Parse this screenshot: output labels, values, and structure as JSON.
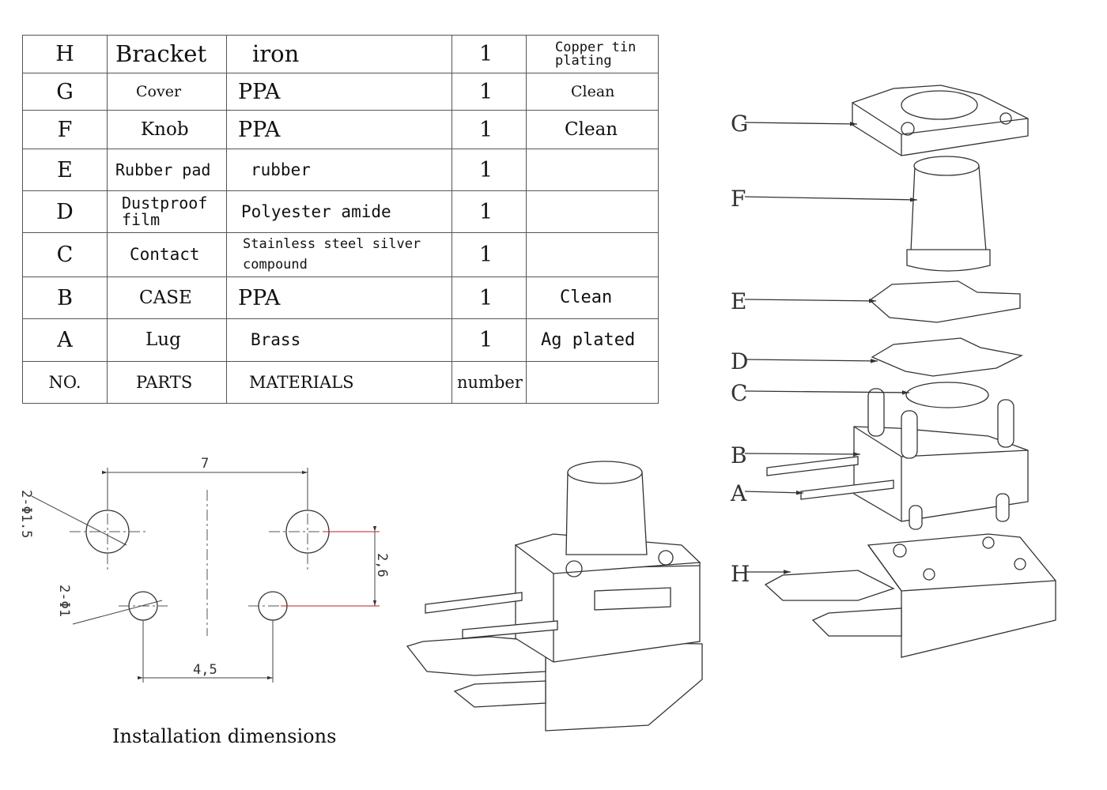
{
  "bom": {
    "rows": [
      {
        "no": "H",
        "part": "Bracket",
        "material": "iron",
        "qty": "1",
        "note": "Copper tin plating"
      },
      {
        "no": "G",
        "part": "Cover",
        "material": "PPA",
        "qty": "1",
        "note": "Clean"
      },
      {
        "no": "F",
        "part": "Knob",
        "material": "PPA",
        "qty": "1",
        "note": "Clean"
      },
      {
        "no": "E",
        "part": "Rubber pad",
        "material": "rubber",
        "qty": "1",
        "note": ""
      },
      {
        "no": "D",
        "part": "Dustproof film",
        "material": "Polyester amide",
        "qty": "1",
        "note": ""
      },
      {
        "no": "C",
        "part": "Contact",
        "material": "Stainless steel silver compound",
        "qty": "1",
        "note": ""
      },
      {
        "no": "B",
        "part": "CASE",
        "material": "PPA",
        "qty": "1",
        "note": "Clean"
      },
      {
        "no": "A",
        "part": "Lug",
        "material": "Brass",
        "qty": "1",
        "note": "Ag plated"
      }
    ],
    "header": {
      "no": "NO.",
      "part": "PARTS",
      "material": "MATERIALS",
      "qty": "number",
      "note": ""
    }
  },
  "dimensions": {
    "width_top": "7",
    "width_bottom": "4,5",
    "height": "2,6",
    "hole_large": "2-Φ1.5",
    "hole_small": "2-Φ1"
  },
  "caption": "Installation dimensions",
  "exploded_labels": [
    "G",
    "F",
    "E",
    "D",
    "C",
    "B",
    "A",
    "H"
  ]
}
